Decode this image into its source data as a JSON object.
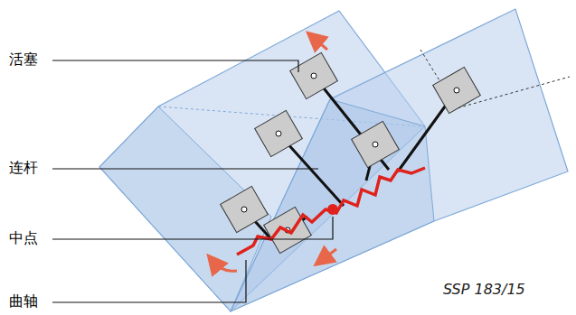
{
  "diagram": {
    "labels": [
      "活塞",
      "连杆",
      "中点",
      "曲轴",
      "SSP 183/15"
    ]
  }
}
